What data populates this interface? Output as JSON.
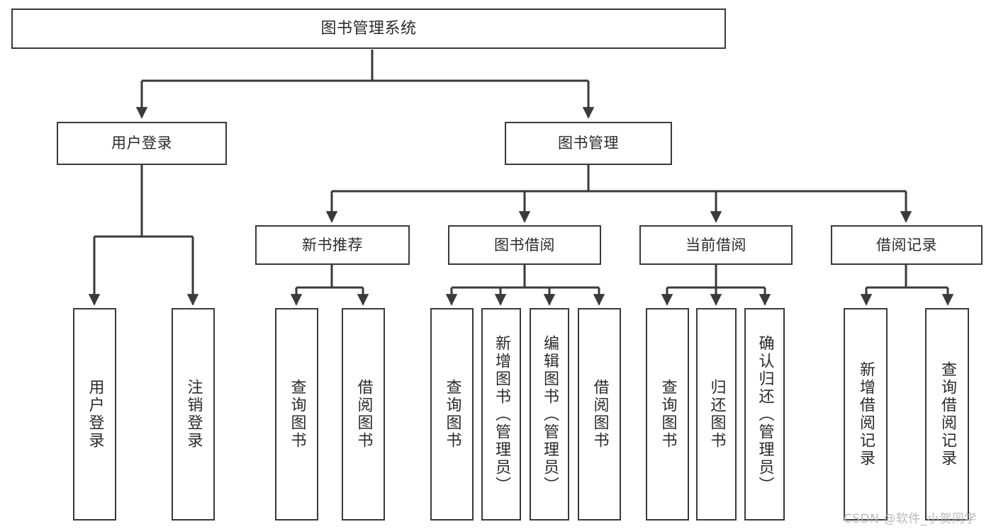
{
  "diagram": {
    "title": "图书管理系统",
    "type": "tree",
    "orientation": "top-down",
    "line_color": "#3a3a3a",
    "box_fill": "#ffffff",
    "text_color": "#2b2b2b",
    "watermark": "CSDN @软件_小贺同学"
  },
  "nodes": {
    "root": {
      "label": "图书管理系统",
      "level": 0
    },
    "level1": [
      {
        "id": "user-login",
        "label": "用户登录"
      },
      {
        "id": "book-manage",
        "label": "图书管理"
      }
    ],
    "level2": [
      {
        "id": "new-book-recommend",
        "label": "新书推荐",
        "parent": "book-manage"
      },
      {
        "id": "book-borrow",
        "label": "图书借阅",
        "parent": "book-manage"
      },
      {
        "id": "current-borrow",
        "label": "当前借阅",
        "parent": "book-manage"
      },
      {
        "id": "borrow-record",
        "label": "借阅记录",
        "parent": "book-manage"
      }
    ],
    "leaves": [
      {
        "id": "leaf-user-login",
        "label": "用户登录",
        "parent": "user-login"
      },
      {
        "id": "leaf-user-logout",
        "label": "注销登录",
        "parent": "user-login"
      },
      {
        "id": "leaf-query-book-1",
        "label": "查询图书",
        "parent": "new-book-recommend"
      },
      {
        "id": "leaf-borrow-book-1",
        "label": "借阅图书",
        "parent": "new-book-recommend"
      },
      {
        "id": "leaf-query-book-2",
        "label": "查询图书",
        "parent": "book-borrow"
      },
      {
        "id": "leaf-add-book",
        "label": "新增图书（管理员）",
        "parent": "book-borrow"
      },
      {
        "id": "leaf-edit-book",
        "label": "编辑图书（管理员）",
        "parent": "book-borrow"
      },
      {
        "id": "leaf-borrow-book-2",
        "label": "借阅图书",
        "parent": "book-borrow"
      },
      {
        "id": "leaf-query-book-3",
        "label": "查询图书",
        "parent": "current-borrow"
      },
      {
        "id": "leaf-return-book",
        "label": "归还图书",
        "parent": "current-borrow"
      },
      {
        "id": "leaf-confirm-return",
        "label": "确认归还（管理员）",
        "parent": "current-borrow"
      },
      {
        "id": "leaf-add-record",
        "label": "新增借阅记录",
        "parent": "borrow-record"
      },
      {
        "id": "leaf-query-record",
        "label": "查询借阅记录",
        "parent": "borrow-record"
      }
    ]
  }
}
